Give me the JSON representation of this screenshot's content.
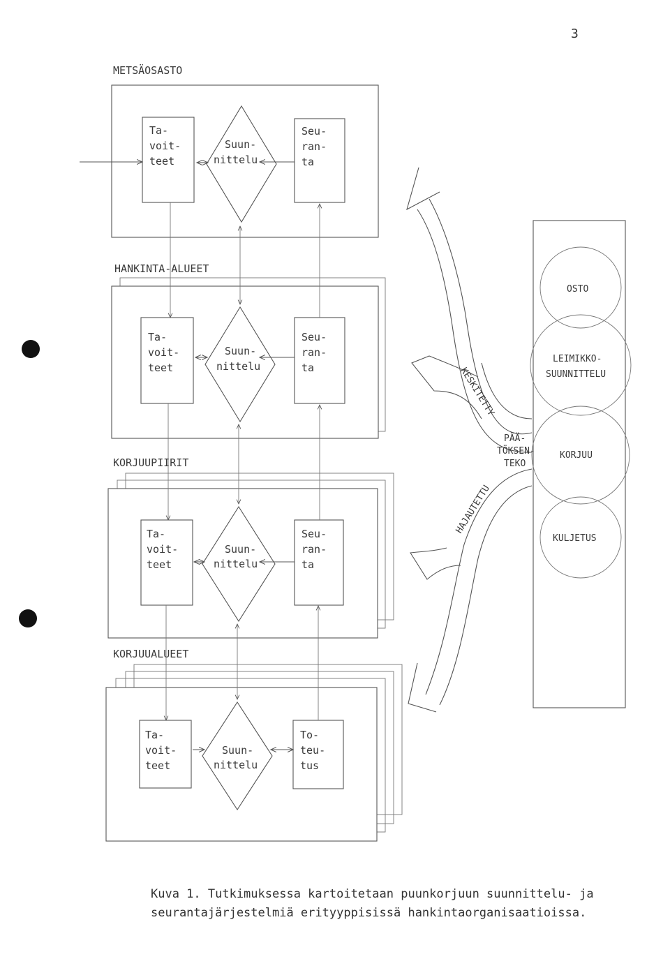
{
  "page_number": "3",
  "sections": [
    {
      "label": "METSÄOSASTO",
      "box1": [
        "Ta-",
        "voit-",
        "teet"
      ],
      "box2": [
        "Suun-",
        "nittelu"
      ],
      "box3": [
        "Seu-",
        "ran-",
        "ta"
      ]
    },
    {
      "label": "HANKINTA-ALUEET",
      "box1": [
        "Ta-",
        "voit-",
        "teet"
      ],
      "box2": [
        "Suun-",
        "nittelu"
      ],
      "box3": [
        "Seu-",
        "ran-",
        "ta"
      ]
    },
    {
      "label": "KORJUUPIIRIT",
      "box1": [
        "Ta-",
        "voit-",
        "teet"
      ],
      "box2": [
        "Suun-",
        "nittelu"
      ],
      "box3": [
        "Seu-",
        "ran-",
        "ta"
      ]
    },
    {
      "label": "KORJUUALUEET",
      "box1": [
        "Ta-",
        "voit-",
        "teet"
      ],
      "box2": [
        "Suun-",
        "nittelu"
      ],
      "box3": [
        "To-",
        "teu-",
        "tus"
      ]
    }
  ],
  "arrows": {
    "upper": "KESKITETTY",
    "lower": "HAJAUTETTU"
  },
  "decision": [
    "PÄÄ-",
    "TÖKSEN-",
    "TEKO"
  ],
  "circles": [
    [
      "OSTO"
    ],
    [
      "LEIMIKKO-",
      "SUUNNITTELU"
    ],
    [
      "KORJUU"
    ],
    [
      "KULJETUS"
    ]
  ],
  "caption": {
    "line1": "Kuva 1.  Tutkimuksessa kartoitetaan puunkorjuun suunnittelu- ja",
    "line2": "seurantajärjestelmiä  erityyppisissä  hankintaorganisaatioissa."
  }
}
